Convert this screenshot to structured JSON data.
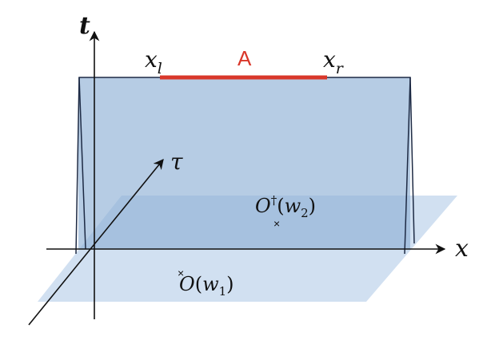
{
  "axes": {
    "t_label": "t",
    "x_label": "x",
    "tau_label": "τ"
  },
  "interval": {
    "label": "A",
    "left_label": "x",
    "left_sub": "l",
    "right_label": "x",
    "right_sub": "r",
    "color": "#d9372a"
  },
  "operators": {
    "o1": {
      "base": "O",
      "arg_open": "(",
      "arg_var": "w",
      "arg_sub": "1",
      "arg_close": ")",
      "marker": "×"
    },
    "o2": {
      "base": "O",
      "dagger": "†",
      "arg_open": "(",
      "arg_var": "w",
      "arg_sub": "2",
      "arg_close": ")",
      "marker": "×"
    }
  },
  "colors": {
    "sheet_fill": "#8fb0d6",
    "plane_fill": "#c9dbee",
    "axis": "#111111"
  }
}
